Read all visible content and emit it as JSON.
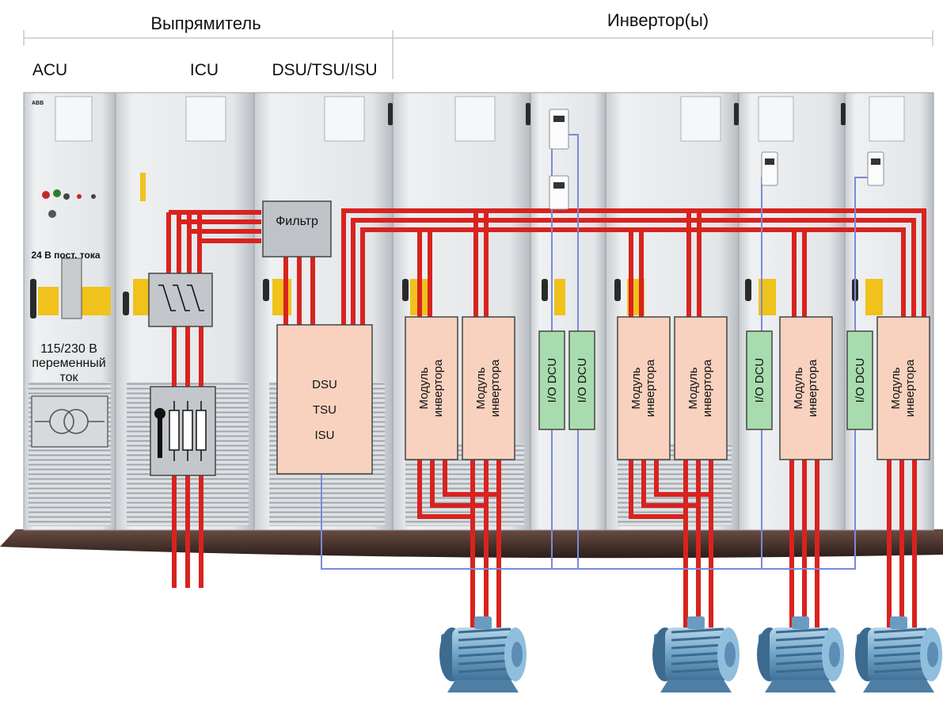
{
  "header": {
    "rectifier": "Выпрямитель",
    "inverters": "Инвертор(ы)"
  },
  "sections": {
    "acu": "ACU",
    "icu": "ICU",
    "dsu": "DSU/TSU/ISU"
  },
  "acu": {
    "brand": "ABB",
    "dc_supply": "24 В пост. тока",
    "ac_line1": "115/230 В",
    "ac_line2": "переменный",
    "ac_line3": "ток"
  },
  "filter": {
    "label": "Фильтр"
  },
  "supply_unit": {
    "line1": "DSU",
    "line2": "TSU",
    "line3": "ISU"
  },
  "inverter_module": {
    "line1": "Модуль",
    "line2": "инвертора"
  },
  "dcu": {
    "label": "I/O DCU"
  },
  "colors": {
    "power_bus": "#d8231f",
    "control_link": "#7a8bd8",
    "module_fill": "#f8d2bf",
    "dcu_fill": "#a8dcae",
    "cabinet": "#e5e7e9",
    "motor": "#7eb0d2"
  }
}
